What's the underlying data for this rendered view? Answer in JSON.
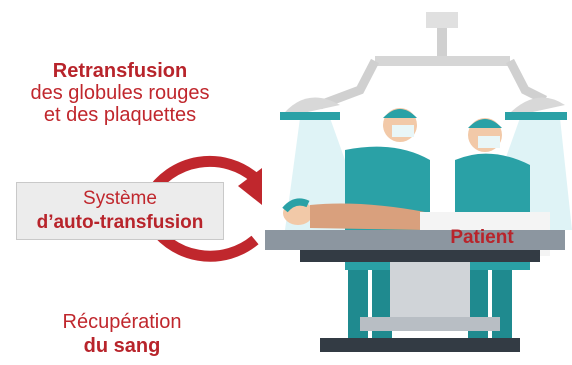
{
  "top_label": {
    "line1": "Retransfusion",
    "line2": "des globules rouges",
    "line3": "et des plaquettes"
  },
  "system_box": {
    "line1": "Système",
    "line2": "d’auto-transfusion"
  },
  "bottom_label": {
    "line1": "Récupération",
    "line2": "du sang"
  },
  "patient_label": "Patient",
  "colors": {
    "accent_red": "#c0272d",
    "scrubs_teal": "#2aa1a6",
    "light_beam": "#dff3f6",
    "table_dark": "#333b44",
    "box_gray": "#ececec"
  }
}
